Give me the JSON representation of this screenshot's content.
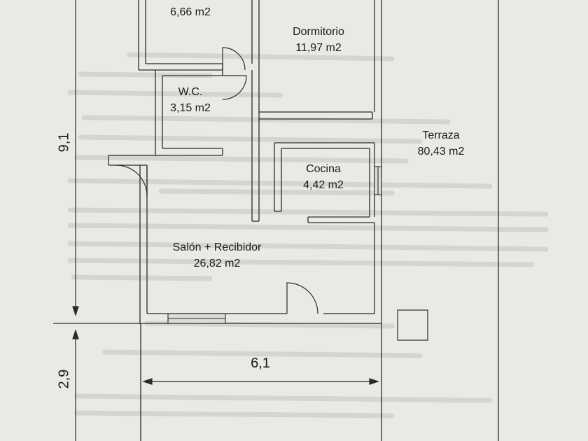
{
  "rooms": {
    "top_room": {
      "area": "6,66 m2"
    },
    "dormitorio": {
      "name": "Dormitorio",
      "area": "11,97 m2"
    },
    "wc": {
      "name": "W.C.",
      "area": "3,15 m2"
    },
    "terraza": {
      "name": "Terraza",
      "area": "80,43 m2"
    },
    "cocina": {
      "name": "Cocina",
      "area": "4,42 m2"
    },
    "salon": {
      "name": "Salón + Recibidor",
      "area": "26,82 m2"
    }
  },
  "dimensions": {
    "height_main": "9,1",
    "height_bottom": "2,9",
    "width_bottom": "6,1"
  },
  "colors": {
    "paper": "#e9e9e6",
    "ink": "#1a1a1a",
    "ghost_text": "#c9c9c6"
  }
}
